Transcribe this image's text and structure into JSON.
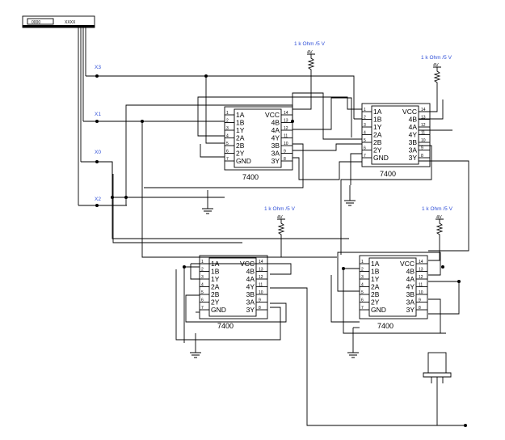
{
  "generator": {
    "display_left": "0000",
    "display_right": "XXXX"
  },
  "wires": {
    "x3": "X3",
    "x1": "X1",
    "x0": "X0",
    "x2": "X2"
  },
  "resistors": [
    {
      "value": "1 k Ohm /5 V",
      "supply": "4V"
    },
    {
      "value": "1 k Ohm /5 V",
      "supply": "4V"
    },
    {
      "value": "1 k Ohm /5 V",
      "supply": "4V"
    },
    {
      "value": "1 k Ohm /5 V",
      "supply": "4V"
    }
  ],
  "chip": {
    "part": "7400",
    "left_pins": [
      {
        "num": "1",
        "name": "1A"
      },
      {
        "num": "2",
        "name": "1B"
      },
      {
        "num": "3",
        "name": "1Y"
      },
      {
        "num": "4",
        "name": "2A"
      },
      {
        "num": "5",
        "name": "2B"
      },
      {
        "num": "6",
        "name": "2Y"
      },
      {
        "num": "7",
        "name": "GND"
      }
    ],
    "right_pins": [
      {
        "num": "14",
        "name": "VCC"
      },
      {
        "num": "13",
        "name": "4B"
      },
      {
        "num": "12",
        "name": "4A"
      },
      {
        "num": "11",
        "name": "4Y"
      },
      {
        "num": "10",
        "name": "3B"
      },
      {
        "num": "9",
        "name": "3A"
      },
      {
        "num": "8",
        "name": "3Y"
      }
    ]
  }
}
